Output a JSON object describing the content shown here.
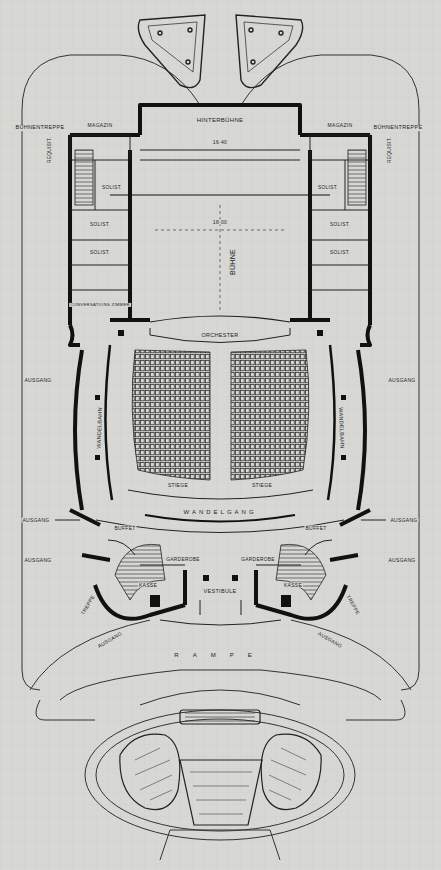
{
  "diagram": {
    "labels": [
      "BÜHNENTREPPE",
      "BÜHNENTREPPE",
      "HINTERBÜHNE",
      "16·40",
      "BÜHNE",
      "18·00",
      "MAGAZIN",
      "MAGAZIN",
      "REQUISIT.",
      "REQUISIT.",
      "SOLIST.",
      "SOLIST.",
      "SOLIST.",
      "SOLIST.",
      "SOLIST.",
      "SOLIST.",
      "CONVERSATIONS ZIMMER",
      "ORCHESTER",
      "WANDELBAHN",
      "WANDELBAHN",
      "STIEGE",
      "STIEGE",
      "WANDELGANG",
      "AUSGANG",
      "AUSGANG",
      "AUSGANG",
      "AUSGANG",
      "AUSGANG",
      "AUSGANG",
      "AUSGANG",
      "AUSGANG",
      "BUFFET",
      "BUFFET",
      "KASSE",
      "KASSE",
      "GARDEROBE",
      "GARDEROBE",
      "VESTIBULE",
      "TREPPE",
      "TREPPE",
      "RAMPE"
    ]
  }
}
